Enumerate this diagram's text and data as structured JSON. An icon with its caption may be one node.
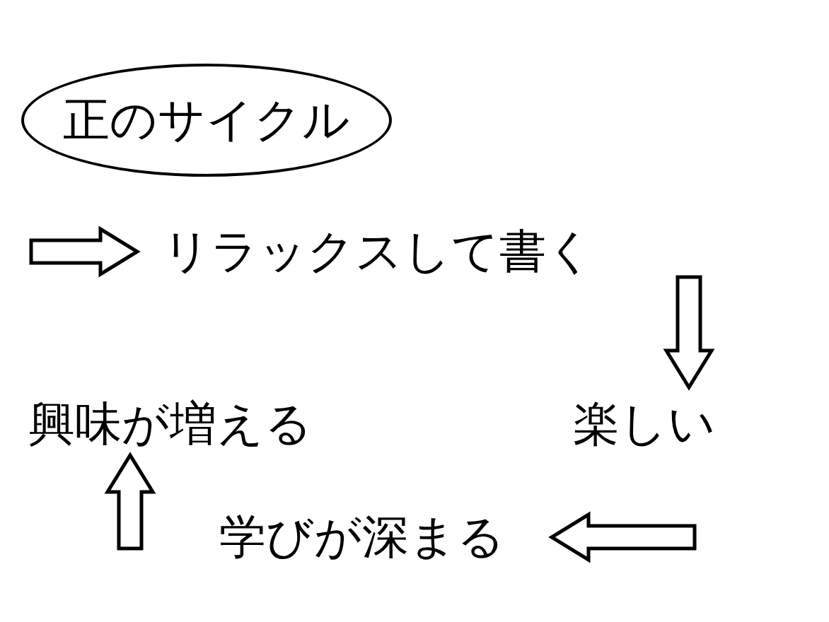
{
  "diagram": {
    "nodes": [
      {
        "text": [
          "正のサイクル"
        ]
      },
      {
        "text": [
          "リラックスして書く"
        ]
      },
      {
        "text": [
          "楽しい"
        ]
      },
      {
        "text": [
          "学びが深まる"
        ]
      },
      {
        "text": [
          "興味が増える"
        ]
      }
    ],
    "edges": [
      {
        "from": null,
        "to": 1,
        "arrow": "to"
      },
      {
        "from": 1,
        "to": 2,
        "arrow": "to"
      },
      {
        "from": 2,
        "to": 3,
        "arrow": "to"
      },
      {
        "from": 3,
        "to": 4,
        "arrow": "to"
      }
    ]
  }
}
